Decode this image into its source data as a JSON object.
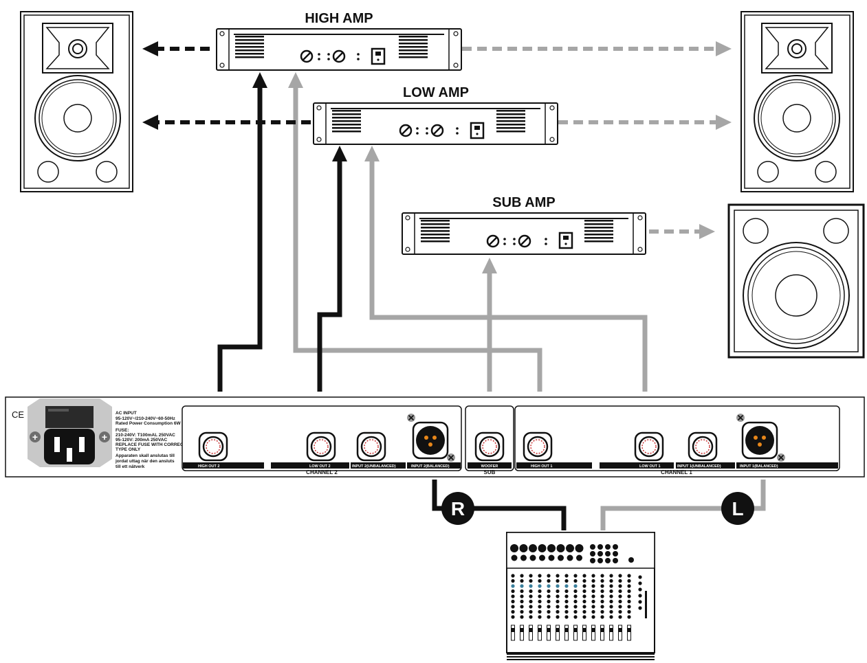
{
  "amps": {
    "high": {
      "title": "HIGH AMP"
    },
    "low": {
      "title": "LOW AMP"
    },
    "sub": {
      "title": "SUB AMP"
    }
  },
  "crossover": {
    "ce_mark": "CE",
    "power": {
      "title": "AC INPUT",
      "voltage": "95-120V~/210-240V~60-50Hz",
      "consumption": "Rated Power Consumption 6W",
      "fuse_title": "FUSE:",
      "fuse_line1": "210-240V: T100mAL 250VAC",
      "fuse_line2": "95-120V: 200mA 250VAC",
      "fuse_line3": "REPLACE FUSE WITH CORRECT",
      "fuse_line4": "TYPE ONLY",
      "warn_line1": "Apparaten skall anslutas till",
      "warn_line2": "jordat uttag när den ansluts",
      "warn_line3": "till ett nätverk"
    },
    "channel2": {
      "name": "CHANNEL 2",
      "high_out": "HIGH OUT 2",
      "low_out": "LOW OUT 2",
      "input_unbal": "INPUT 2(UNBALANCED)",
      "input_bal": "INPUT 2(BALANCED)"
    },
    "sub": {
      "name": "SUB",
      "woofer": "WOOFER"
    },
    "channel1": {
      "name": "CHANNEL 1",
      "high_out": "HIGH OUT 1",
      "low_out": "LOW OUT 1",
      "input_unbal": "INPUT 1(UNBALANCED)",
      "input_bal": "INPUT 1(BALANCED)"
    }
  },
  "badges": {
    "right": "R",
    "left": "L"
  },
  "colors": {
    "black_signal": "#111111",
    "gray_signal": "#a6a6a6"
  }
}
